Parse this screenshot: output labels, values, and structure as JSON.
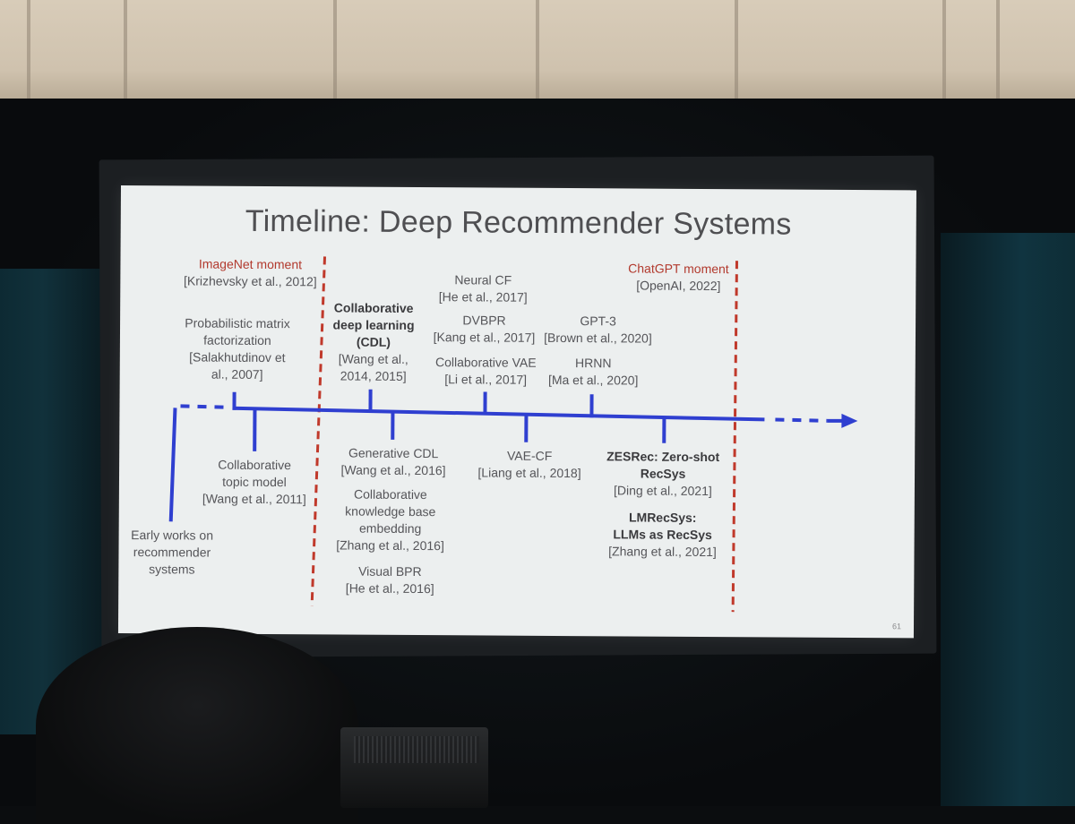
{
  "slide": {
    "title": "Timeline: Deep Recommender Systems",
    "page_number": "61",
    "markers": {
      "imagenet": {
        "title": "ImageNet moment",
        "cite": "[Krizhevsky et al., 2012]"
      },
      "chatgpt": {
        "title": "ChatGPT moment",
        "cite": "[OpenAI, 2022]"
      }
    },
    "above": {
      "pmf": {
        "line1": "Probabilistic matrix",
        "line2": "factorization",
        "line3": "[Salakhutdinov et",
        "line4": "al., 2007]"
      },
      "cdl": {
        "line1": "Collaborative",
        "line2": "deep learning",
        "line3": "(CDL)",
        "cite1": "[Wang et al.,",
        "cite2": "2014, 2015]"
      },
      "neuralcf": {
        "title": "Neural CF",
        "cite": "[He et al., 2017]"
      },
      "dvbpr": {
        "title": "DVBPR",
        "cite": "[Kang et al., 2017]"
      },
      "cvae": {
        "title": "Collaborative VAE",
        "cite": "[Li et al., 2017]"
      },
      "gpt3": {
        "title": "GPT-3",
        "cite": "[Brown et al., 2020]"
      },
      "hrnn": {
        "title": "HRNN",
        "cite": "[Ma et al., 2020]"
      }
    },
    "below": {
      "ctm": {
        "line1": "Collaborative",
        "line2": "topic model",
        "cite": "[Wang et al., 2011]"
      },
      "early": {
        "line1": "Early works on",
        "line2": "recommender",
        "line3": "systems"
      },
      "gcdl": {
        "title": "Generative CDL",
        "cite": "[Wang et al., 2016]"
      },
      "ckbe": {
        "line1": "Collaborative",
        "line2": "knowledge base",
        "line3": "embedding",
        "cite": "[Zhang et al., 2016]"
      },
      "vbpr": {
        "title": "Visual BPR",
        "cite": "[He et al., 2016]"
      },
      "vaecf": {
        "title": "VAE-CF",
        "cite": "[Liang et al., 2018]"
      },
      "zesrec": {
        "line1": "ZESRec: Zero-shot",
        "line2": "RecSys",
        "cite": "[Ding et al., 2021]"
      },
      "lmrecsys": {
        "line1": "LMRecSys:",
        "line2": "LLMs as RecSys",
        "cite": "[Zhang et al., 2021]"
      }
    },
    "colors": {
      "timeline": "#2f3fd0",
      "marker": "#c0392b",
      "text": "#555559",
      "background": "#ecefef"
    }
  }
}
